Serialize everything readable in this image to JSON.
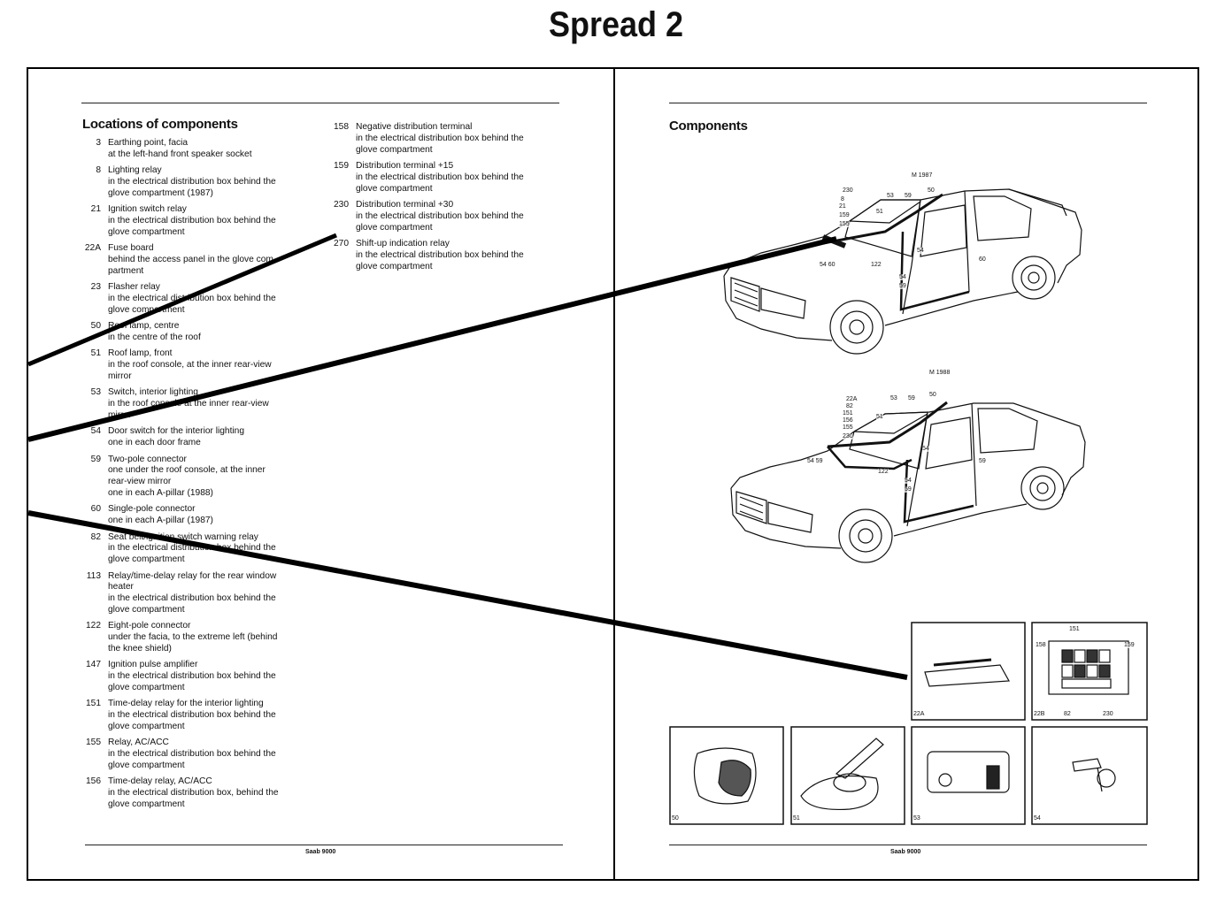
{
  "spread_title": "Spread 2",
  "left_page": {
    "heading": "Locations of components",
    "col1": [
      {
        "num": "3",
        "lines": [
          "Earthing point, facia",
          "at the left-hand front speaker socket"
        ]
      },
      {
        "num": "8",
        "lines": [
          "Lighting relay",
          "in the electrical distribution box behind the",
          "glove compartment (1987)"
        ]
      },
      {
        "num": "21",
        "lines": [
          "Ignition switch relay",
          "in the electrical distribution box behind the",
          "glove compartment"
        ]
      },
      {
        "num": "22A",
        "lines": [
          "Fuse board",
          "behind the access panel in the glove com-",
          "partment"
        ]
      },
      {
        "num": "23",
        "lines": [
          "Flasher relay",
          "in the electrical distribution box behind the",
          "glove compartment"
        ]
      },
      {
        "num": "50",
        "lines": [
          "Roof lamp, centre",
          "in the centre of the roof"
        ]
      },
      {
        "num": "51",
        "lines": [
          "Roof lamp, front",
          "in the roof console, at the inner rear-view",
          "mirror"
        ]
      },
      {
        "num": "53",
        "lines": [
          "Switch, interior lighting",
          "in the roof console at the inner rear-view",
          "mirror"
        ]
      },
      {
        "num": "54",
        "lines": [
          "Door switch for the interior lighting",
          "one in each door frame"
        ]
      },
      {
        "num": "59",
        "lines": [
          "Two-pole connector",
          "one under the roof console, at the inner",
          "rear-view mirror",
          "one in each A-pillar (1988)"
        ]
      },
      {
        "num": "60",
        "lines": [
          "Single-pole connector",
          "one in each A-pillar (1987)"
        ]
      },
      {
        "num": "82",
        "lines": [
          "Seat belt/ignition switch warning relay",
          "in the electrical distribution box behind the",
          "glove compartment"
        ]
      },
      {
        "num": "113",
        "lines": [
          "Relay/time-delay relay for the rear window",
          "heater",
          "in the electrical distribution box behind the",
          "glove compartment"
        ]
      },
      {
        "num": "122",
        "lines": [
          "Eight-pole connector",
          "under the facia, to the extreme left (behind",
          "the knee shield)"
        ]
      },
      {
        "num": "147",
        "lines": [
          "Ignition pulse amplifier",
          "in the electrical distribution box behind the",
          "glove compartment"
        ]
      },
      {
        "num": "151",
        "lines": [
          "Time-delay relay for the interior lighting",
          "in the electrical distribution box behind the",
          "glove compartment"
        ]
      },
      {
        "num": "155",
        "lines": [
          "Relay, AC/ACC",
          "in the electrical distribution box behind the",
          "glove compartment"
        ]
      },
      {
        "num": "156",
        "lines": [
          "Time-delay relay, AC/ACC",
          "in the electrical distribution box, behind the",
          "glove compartment"
        ]
      }
    ],
    "col2": [
      {
        "num": "158",
        "lines": [
          "Negative distribution terminal",
          "in the electrical distribution box behind the",
          "glove compartment"
        ]
      },
      {
        "num": "159",
        "lines": [
          "Distribution terminal +15",
          "in the electrical distribution box behind the",
          "glove compartment"
        ]
      },
      {
        "num": "230",
        "lines": [
          "Distribution terminal +30",
          "in the electrical distribution box behind the",
          "glove compartment"
        ]
      },
      {
        "num": "270",
        "lines": [
          "Shift-up indication relay",
          "in the electrical distribution box behind the",
          "glove compartment"
        ]
      }
    ],
    "footer": "Saab 9000"
  },
  "right_page": {
    "heading": "Components",
    "car1_year": "M 1987",
    "car2_year": "M 1988",
    "car1_labels": [
      "230",
      "8",
      "21",
      "159",
      "155",
      "53",
      "59",
      "50",
      "51",
      "54",
      "60",
      "122",
      "54",
      "59",
      "54 60"
    ],
    "car2_labels": [
      "22A",
      "82",
      "151",
      "156",
      "155",
      "230",
      "53",
      "59",
      "50",
      "51",
      "54",
      "59",
      "54 59",
      "122",
      "54",
      "59"
    ],
    "box_labels": [
      "158",
      "151",
      "159",
      "22B",
      "82",
      "230"
    ],
    "panel_labels": [
      "22A",
      "50",
      "51",
      "53",
      "54"
    ],
    "footer": "Saab 9000"
  }
}
